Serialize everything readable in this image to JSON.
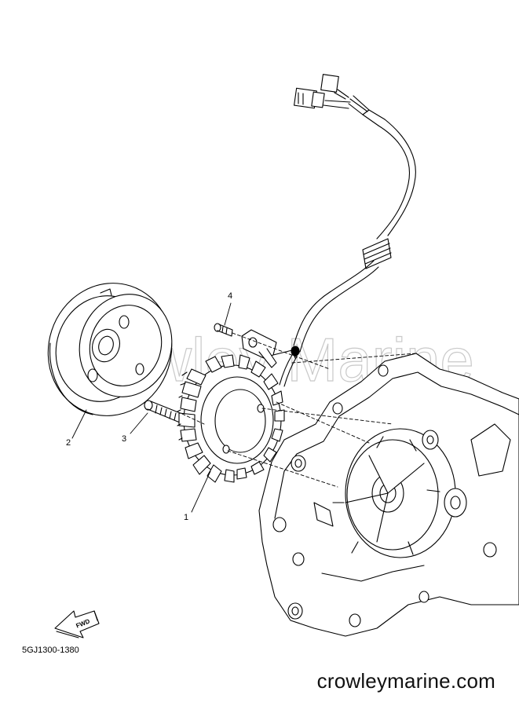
{
  "watermark": "Crowley Marine",
  "callouts": [
    {
      "id": "1",
      "label": "1"
    },
    {
      "id": "2",
      "label": "2"
    },
    {
      "id": "3",
      "label": "3"
    },
    {
      "id": "4",
      "label": "4"
    }
  ],
  "fwd_label": "FWD",
  "part_code": "5GJ1300-1380",
  "site_url": "crowleymarine.com"
}
